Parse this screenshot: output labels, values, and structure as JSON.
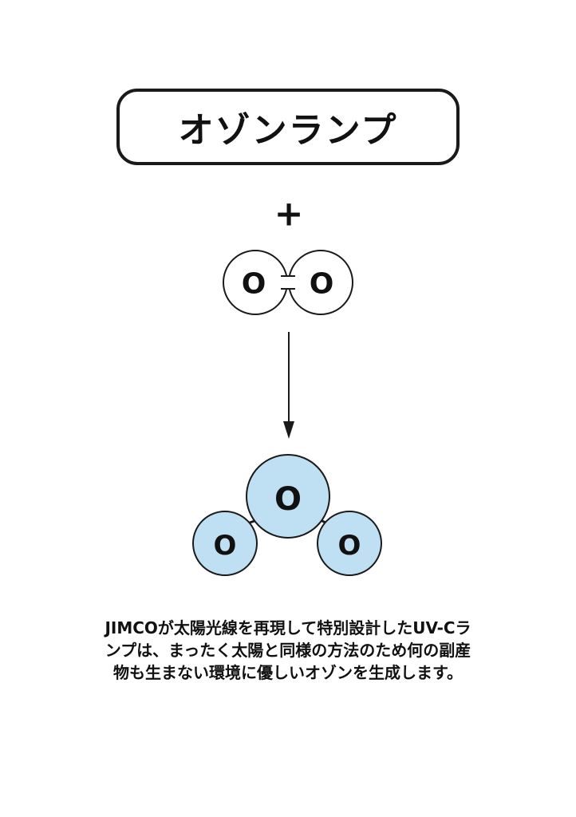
{
  "title": "オゾンランプ",
  "plus_symbol": "+",
  "oxygen_molecule": {
    "atoms": [
      "O",
      "O"
    ]
  },
  "ozone_molecule": {
    "atoms": [
      "O",
      "O",
      "O"
    ],
    "fill_color": "#bfe0f2"
  },
  "caption": {
    "line1": "JIMCOが太陽光線を再現して特別設計したUV-Cラ",
    "line2": "ンプは、まったく太陽と同様の方法のため何の副産",
    "line3": "物も生まない環境に優しいオゾンを生成します。"
  },
  "colors": {
    "stroke": "#1a1a1a",
    "ozone_fill": "#bfe0f2",
    "oxygen_fill": "#ffffff"
  }
}
